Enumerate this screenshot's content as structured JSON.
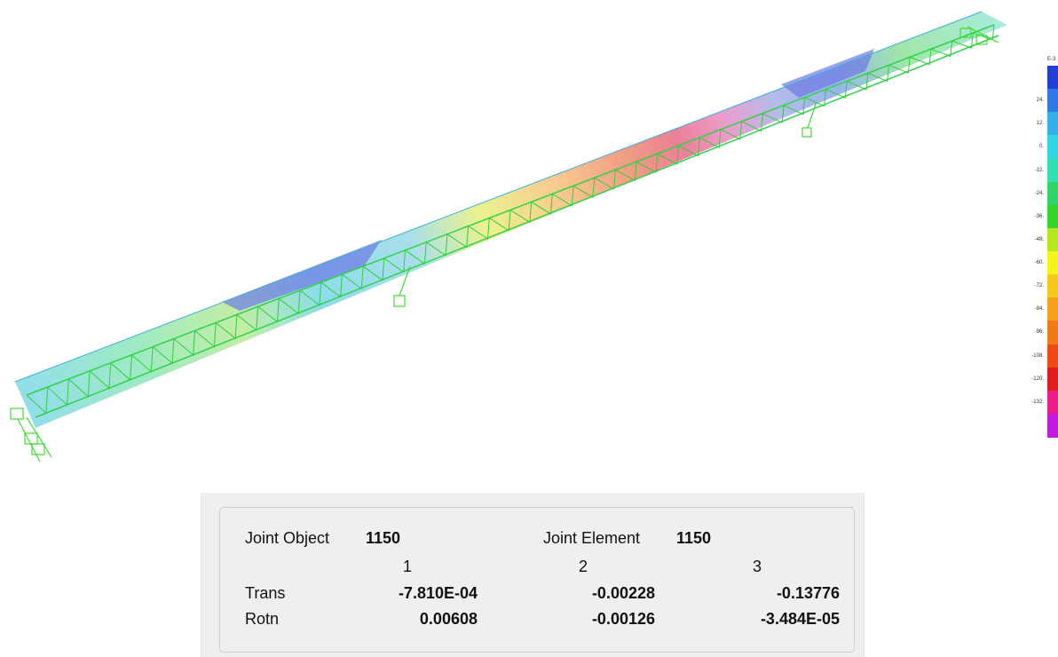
{
  "legend": {
    "exponent_label": "E-3",
    "ticks": [
      "24.",
      "12.",
      "0.",
      "-12.",
      "-24.",
      "-36.",
      "-48.",
      "-60.",
      "-72.",
      "-84.",
      "-96.",
      "-108.",
      "-120.",
      "-132."
    ],
    "band_colors": [
      "#1f3fd6",
      "#2f7ae6",
      "#36aee8",
      "#33d6e0",
      "#2fe0b0",
      "#2ed66a",
      "#32d52a",
      "#b6e61e",
      "#f6f41c",
      "#f6c81c",
      "#f5a11c",
      "#f07a18",
      "#ee4a14",
      "#e21c1c",
      "#ea1c8c",
      "#c21ce0"
    ]
  },
  "joint_info": {
    "object_label": "Joint  Object",
    "object_value": "1150",
    "element_label": "Joint Element",
    "element_value": "1150",
    "columns": [
      "1",
      "2",
      "3"
    ],
    "rows": [
      {
        "label": "Trans",
        "values": [
          "-7.810E-04",
          "-0.00228",
          "-0.13776"
        ]
      },
      {
        "label": "Rotn",
        "values": [
          "0.00608",
          "-0.00126",
          "-3.484E-05"
        ]
      }
    ]
  }
}
